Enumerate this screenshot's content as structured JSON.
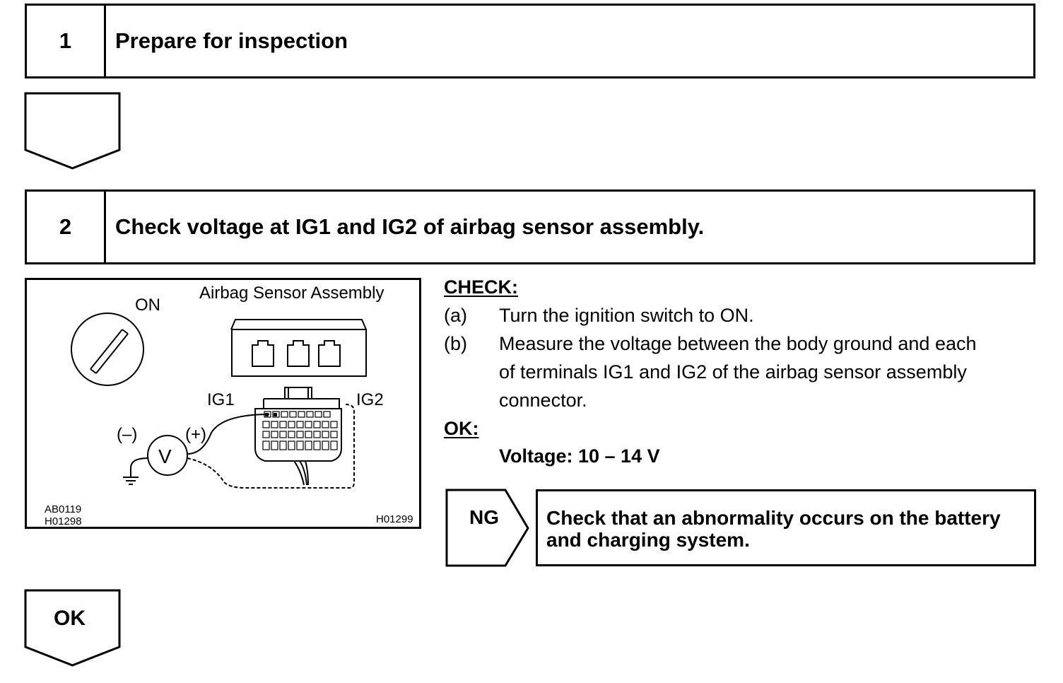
{
  "steps": [
    {
      "number": "1",
      "title": "Prepare for inspection"
    },
    {
      "number": "2",
      "title": "Check voltage at IG1 and IG2 of airbag sensor assembly."
    }
  ],
  "figure": {
    "switch_label": "ON",
    "component_label": "Airbag Sensor Assembly",
    "terminal_ig1": "IG1",
    "terminal_ig2": "IG2",
    "probe_negative": "(–)",
    "probe_positive": "(+)",
    "meter_symbol": "V",
    "code_1": "AB0119",
    "code_2": "H01298",
    "code_3": "H01299"
  },
  "instructions": {
    "check_heading": "CHECK:",
    "step_a_marker": "(a)",
    "step_a_text": "Turn the ignition switch to ON.",
    "step_b_marker": "(b)",
    "step_b_line1": "Measure the voltage between the body ground and each",
    "step_b_line2": "of terminals IG1 and IG2 of the airbag sensor assembly",
    "step_b_line3": "connector.",
    "ok_heading": "OK:",
    "ok_spec": "Voltage: 10 – 14 V"
  },
  "ng_branch": {
    "label": "NG",
    "message_line1": "Check that an abnormality occurs on the battery",
    "message_line2": "and charging system."
  },
  "ok_branch": {
    "label": "OK"
  }
}
